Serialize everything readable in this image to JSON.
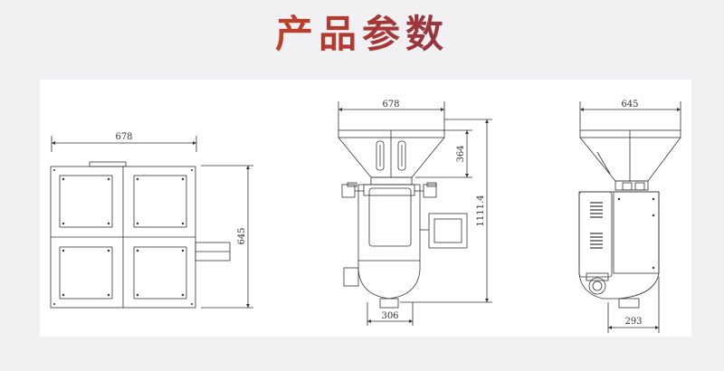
{
  "title": "产品参数",
  "views": {
    "top": {
      "width": "678",
      "depth": "645"
    },
    "front": {
      "width": "678",
      "hopper_height": "364",
      "total_height": "1111.4",
      "base_width": "306"
    },
    "side": {
      "width": "645",
      "base_width": "293"
    }
  }
}
